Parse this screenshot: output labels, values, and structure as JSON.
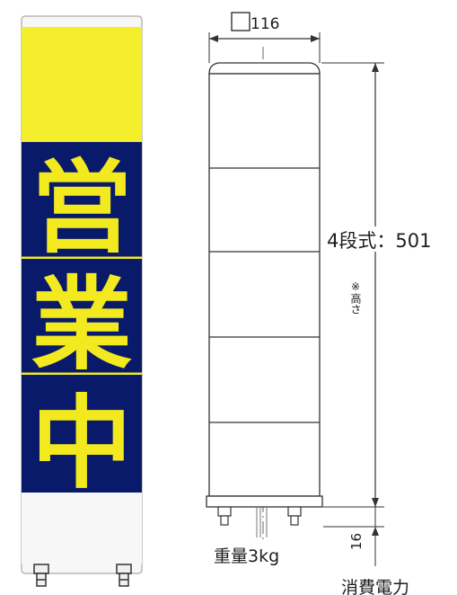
{
  "product_image": {
    "characters": [
      "営",
      "業",
      "中"
    ],
    "colors": {
      "top_panel": "#f5ee2c",
      "sign_panel": "#0a1a6b",
      "sign_text": "#f2ea1e",
      "base": "#f7f7f7"
    }
  },
  "drawing": {
    "width_label": "116",
    "height_label": "4段式：501",
    "vertical_note": "※高さ",
    "base_height_label": "16",
    "weight_label": "重量3kg",
    "power_label": "消費電力"
  }
}
